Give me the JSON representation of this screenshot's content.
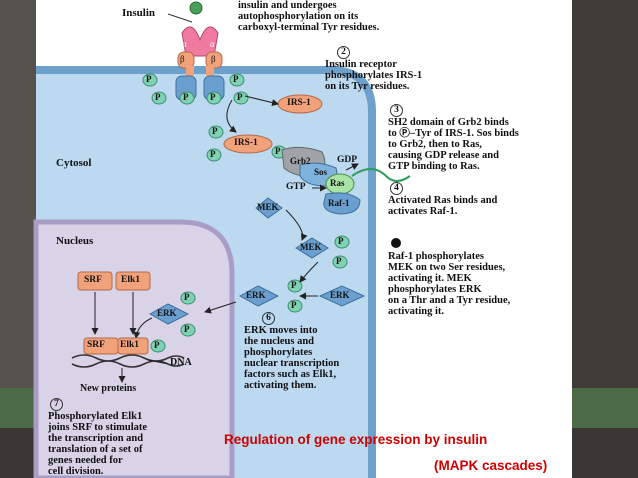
{
  "figure": {
    "insulin": "Insulin",
    "step1_lines": [
      "insulin and undergoes",
      "autophosphorylation on its",
      "carboxyl-terminal Tyr residues."
    ],
    "step2_num": "2",
    "step2_lines": [
      "Insulin receptor",
      "phosphorylates IRS-1",
      "on its Tyr residues."
    ],
    "step3_num": "3",
    "step3_lines": [
      "SH2 domain of Grb2 binds",
      "to Ⓟ–Tyr of IRS-1. Sos binds",
      "to Grb2, then to Ras,",
      "causing GDP release and",
      "GTP binding to Ras."
    ],
    "step4_num": "4",
    "step4_lines": [
      "Activated Ras binds and",
      "activates Raf-1."
    ],
    "step5_lines": [
      "Raf-1 phosphorylates",
      "MEK on two Ser residues,",
      "activating it. MEK",
      "phosphorylates ERK",
      "on a Thr and a Tyr residue,",
      "activating it."
    ],
    "step6_num": "6",
    "step6_lines": [
      "ERK moves into",
      "the nucleus and",
      "phosphorylates",
      "nuclear transcription",
      "factors such as Elk1,",
      "activating them."
    ],
    "step7_num": "7",
    "step7_lines": [
      "Phosphorylated Elk1",
      "joins SRF to stimulate",
      "the transcription and",
      "translation of a set of",
      "genes needed for",
      "cell division."
    ],
    "cytosol": "Cytosol",
    "nucleus": "Nucleus",
    "alpha": "α",
    "beta": "β",
    "p": "P",
    "irs1": "IRS-1",
    "grb2": "Grb2",
    "sos": "Sos",
    "gdp": "GDP",
    "gtp": "GTP",
    "ras": "Ras",
    "raf1": "Raf-1",
    "mek": "MEK",
    "erk": "ERK",
    "srf": "SRF",
    "elk1": "Elk1",
    "dna": "DNA",
    "new_proteins": "New proteins"
  },
  "caption": {
    "line1": "Regulation of gene expression by insulin",
    "line2": "(MAPK cascades)"
  },
  "colors": {
    "cytosol": "#bcd9f0",
    "membrane": "#6da0cb",
    "nucleus": "#d9d3e8",
    "protein_blue": "#6a9fd0",
    "protein_orange": "#f2a27a",
    "phospho": "#7fd3b4",
    "ras": "#a9e3a6",
    "caption": "#d00000",
    "green_band": "#4c6b45"
  }
}
